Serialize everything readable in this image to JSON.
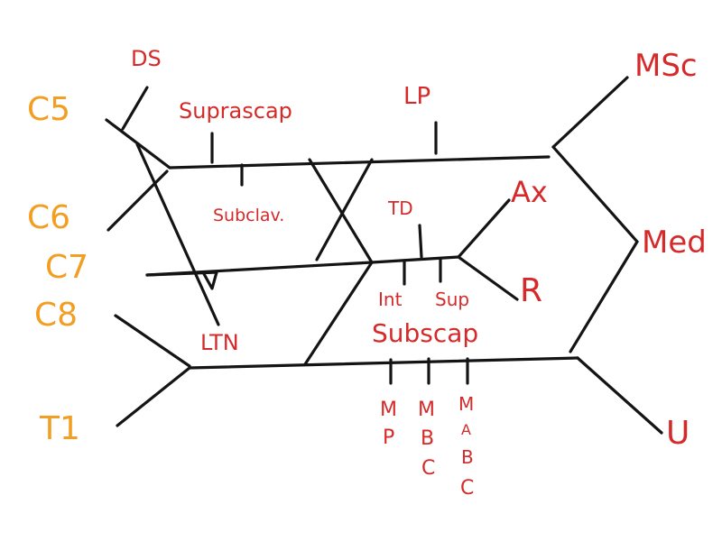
{
  "diagram": {
    "roots": [
      {
        "id": "c5",
        "label": "C5"
      },
      {
        "id": "c6",
        "label": "C6"
      },
      {
        "id": "c7",
        "label": "C7"
      },
      {
        "id": "c8",
        "label": "C8"
      },
      {
        "id": "t1",
        "label": "T1"
      }
    ],
    "branches": {
      "ds": "DS",
      "suprascap": "Suprascap",
      "lp": "LP",
      "subclav": "Subclav.",
      "td": "TD",
      "int": "Int",
      "sup": "Sup",
      "subscap": "Subscap",
      "ltn": "LTN",
      "mp_m": "M",
      "mp_p": "P",
      "mbc_m": "M",
      "mbc_b": "B",
      "mbc_c": "C",
      "mabc_m": "M",
      "mabc_a": "A",
      "mabc_b": "B",
      "mabc_c": "C"
    },
    "terminals": {
      "msc": "MSc",
      "ax": "Ax",
      "med": "Med",
      "r": "R",
      "u": "U"
    },
    "colors": {
      "roots": "#f29e22",
      "labels": "#d62a2a",
      "lines": "#141414"
    }
  }
}
